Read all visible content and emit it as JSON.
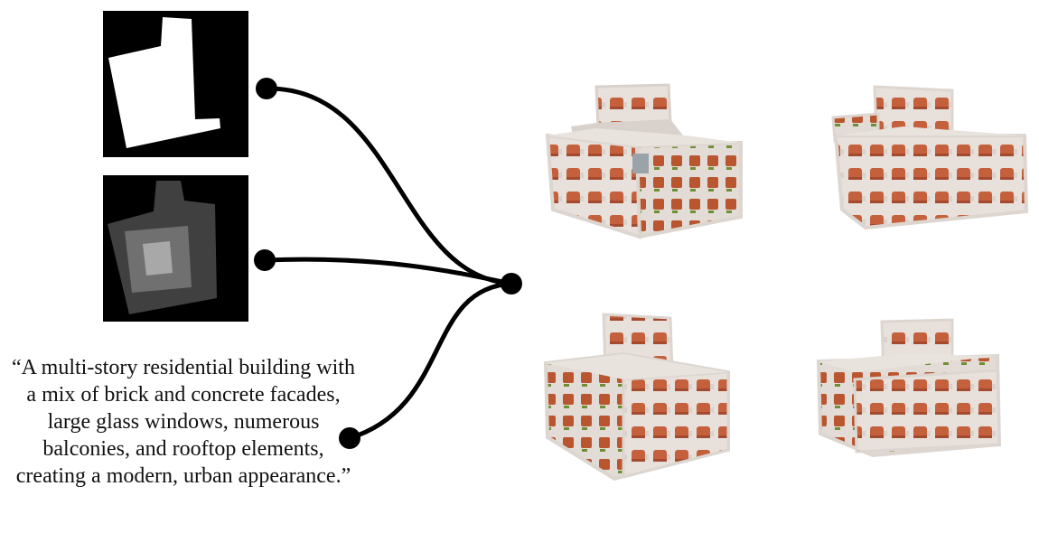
{
  "inputs": {
    "footprint_mask": {
      "description_icon": "white-footprint-mask",
      "colors": {
        "background": "#000000",
        "shape": "#ffffff"
      }
    },
    "height_map": {
      "description_icon": "grayscale-height-map",
      "colors": {
        "background": "#000000",
        "level1": "#404040",
        "level2": "#6e6e6e",
        "level3": "#a8a8a8"
      }
    },
    "text_prompt": "“A multi-story residential building with a mix of brick and concrete facades, large glass windows, numerous balconies, and rooftop elements, creating a modern, urban appearance.”"
  },
  "connectors": {
    "color": "#000000"
  },
  "outputs": {
    "count": 4,
    "colors": {
      "concrete": "#e7e0db",
      "concrete_shade": "#c9c1bb",
      "brick": "#c4603c",
      "brick_dark": "#a44a2e",
      "greenery": "#6f8f35",
      "glass": "#9aa4a8"
    }
  }
}
